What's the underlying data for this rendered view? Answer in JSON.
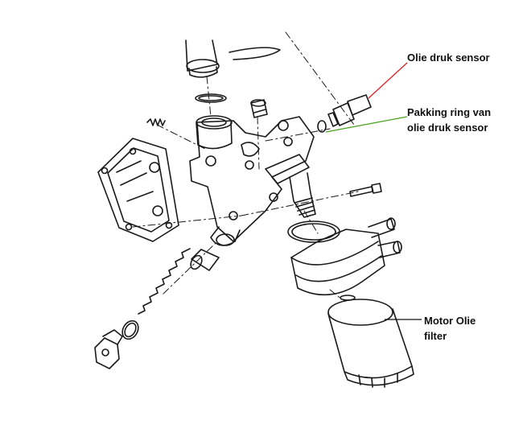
{
  "labels": {
    "oil_pressure_sensor": "Olie druk sensor",
    "sensor_gasket_line1": "Pakking ring van",
    "sensor_gasket_line2": "olie druk sensor",
    "oil_filter_line1": "Motor Olie",
    "oil_filter_line2": "filter"
  },
  "colors": {
    "sensor_leader": "#e01b1b",
    "gasket_leader": "#4aa31e",
    "filter_leader": "#111111",
    "drawing_stroke": "#1a1a1a"
  }
}
